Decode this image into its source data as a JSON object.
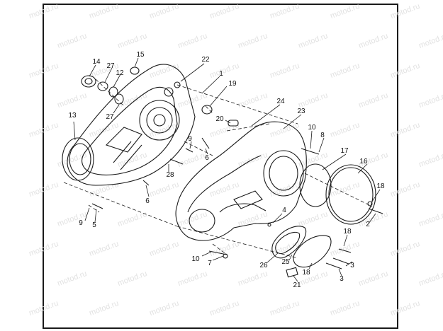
{
  "watermark": "motod.ru",
  "callouts": [
    "1",
    "2",
    "3",
    "3",
    "4",
    "5",
    "6",
    "6",
    "7",
    "8",
    "9",
    "9",
    "10",
    "10",
    "12",
    "13",
    "14",
    "15",
    "16",
    "17",
    "18",
    "18",
    "18",
    "19",
    "20",
    "21",
    "22",
    "23",
    "24",
    "25",
    "26",
    "27",
    "27",
    "28"
  ],
  "colors": {
    "line": "#1a1a1a",
    "watermark": "#e2e2e2",
    "background": "#ffffff"
  }
}
